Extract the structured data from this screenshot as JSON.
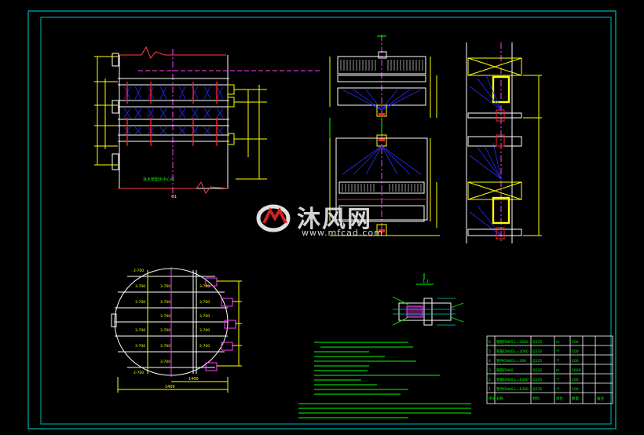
{
  "drawing": {
    "frame_color": "#00b4b4",
    "line_colors": {
      "white": "#ffffff",
      "yellow": "#ffff00",
      "magenta": "#ff00ff",
      "red": "#ff2020",
      "blue": "#2a2aff",
      "green": "#00ff00",
      "cyan": "#00c8c8"
    },
    "top_left_view": {
      "note": "进水管配水中心线",
      "dim_bottom": "Φ1"
    },
    "plan_view": {
      "left_labels": [
        "2-700",
        "3-700",
        "3-700",
        "3-700",
        "3-700",
        "2-700"
      ],
      "mid_labels": [
        "3-700",
        "3-700",
        "3-700",
        "3-700",
        "3-700",
        "3-700"
      ],
      "right_labels": [
        "3-700",
        "3-700",
        "3-700",
        "3-700",
        "2-700"
      ],
      "dim_bottom_1": "1400",
      "dim_bottom_2": "1400"
    },
    "detail_view": {
      "label": "1-1"
    },
    "title_block": {
      "rows": [
        [
          "6",
          "钢管DN65,L=3000",
          "Q235",
          "m",
          "100",
          "",
          ""
        ],
        [
          "5",
          "管箍DN40,L=2000",
          "Q235",
          "个",
          "100",
          "",
          ""
        ],
        [
          "4",
          "管件DN40,L=300",
          "Q235",
          "个",
          "100",
          "",
          ""
        ],
        [
          "3",
          "钢管DN40",
          "Q235",
          "m",
          "1600",
          "",
          ""
        ],
        [
          "2",
          "管箍DN40,L=1000",
          "Q235",
          "个",
          "100",
          "",
          ""
        ],
        [
          "1",
          "管件DN40,L=1000",
          "Q235",
          "个",
          "100",
          "",
          ""
        ],
        [
          "序号",
          "名称",
          "材料",
          "单位",
          "数量",
          "",
          "备注"
        ]
      ]
    }
  }
}
